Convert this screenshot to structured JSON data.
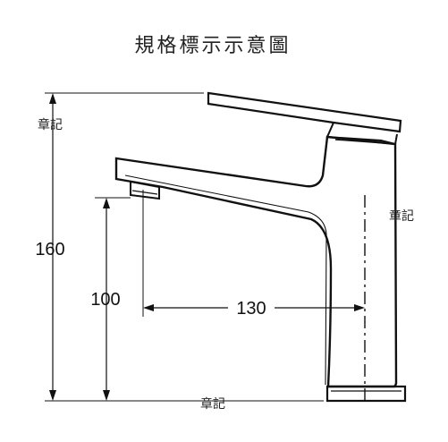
{
  "title": "規格標示示意圖",
  "marks": {
    "top_left": "章記",
    "right": "章記",
    "bottom": "章記"
  },
  "dimensions": {
    "total_height": "160",
    "spout_height": "100",
    "spout_reach": "130"
  },
  "colors": {
    "line": "#111111",
    "text": "#222222",
    "background": "#ffffff"
  }
}
